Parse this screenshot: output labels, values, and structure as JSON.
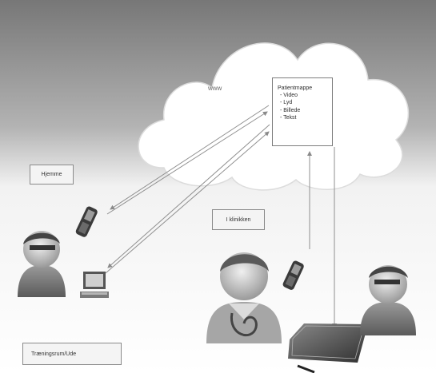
{
  "cloud": {
    "label": "www"
  },
  "patient_record": {
    "title": "Patientmappe",
    "items": [
      "Video",
      "Lyd",
      "Billede",
      "Tekst"
    ]
  },
  "locations": {
    "home": "Hjemme",
    "clinic": "I klinikken",
    "training": "Træningsrum/Ude"
  },
  "colors": {
    "background_top": "#7d7d7d",
    "background_bottom": "#ffffff",
    "cloud_fill": "#ffffff",
    "arrow": "#9a9a9a"
  },
  "icons": [
    "mobile-phone-icon",
    "computer-icon",
    "patient-avatar-icon",
    "doctor-avatar-icon",
    "tablet-icon"
  ]
}
